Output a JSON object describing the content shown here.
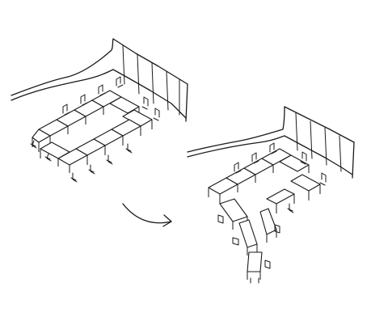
{
  "illustration": {
    "background_color": "#ffffff",
    "ink_color": "#1a1a1a",
    "panels": [
      {
        "id": "before",
        "layout": "closed-rectangle"
      },
      {
        "id": "after",
        "layout": "open-rectangle-with-scattered-desks"
      }
    ],
    "transition_icon": "curved-arrow-icon"
  }
}
